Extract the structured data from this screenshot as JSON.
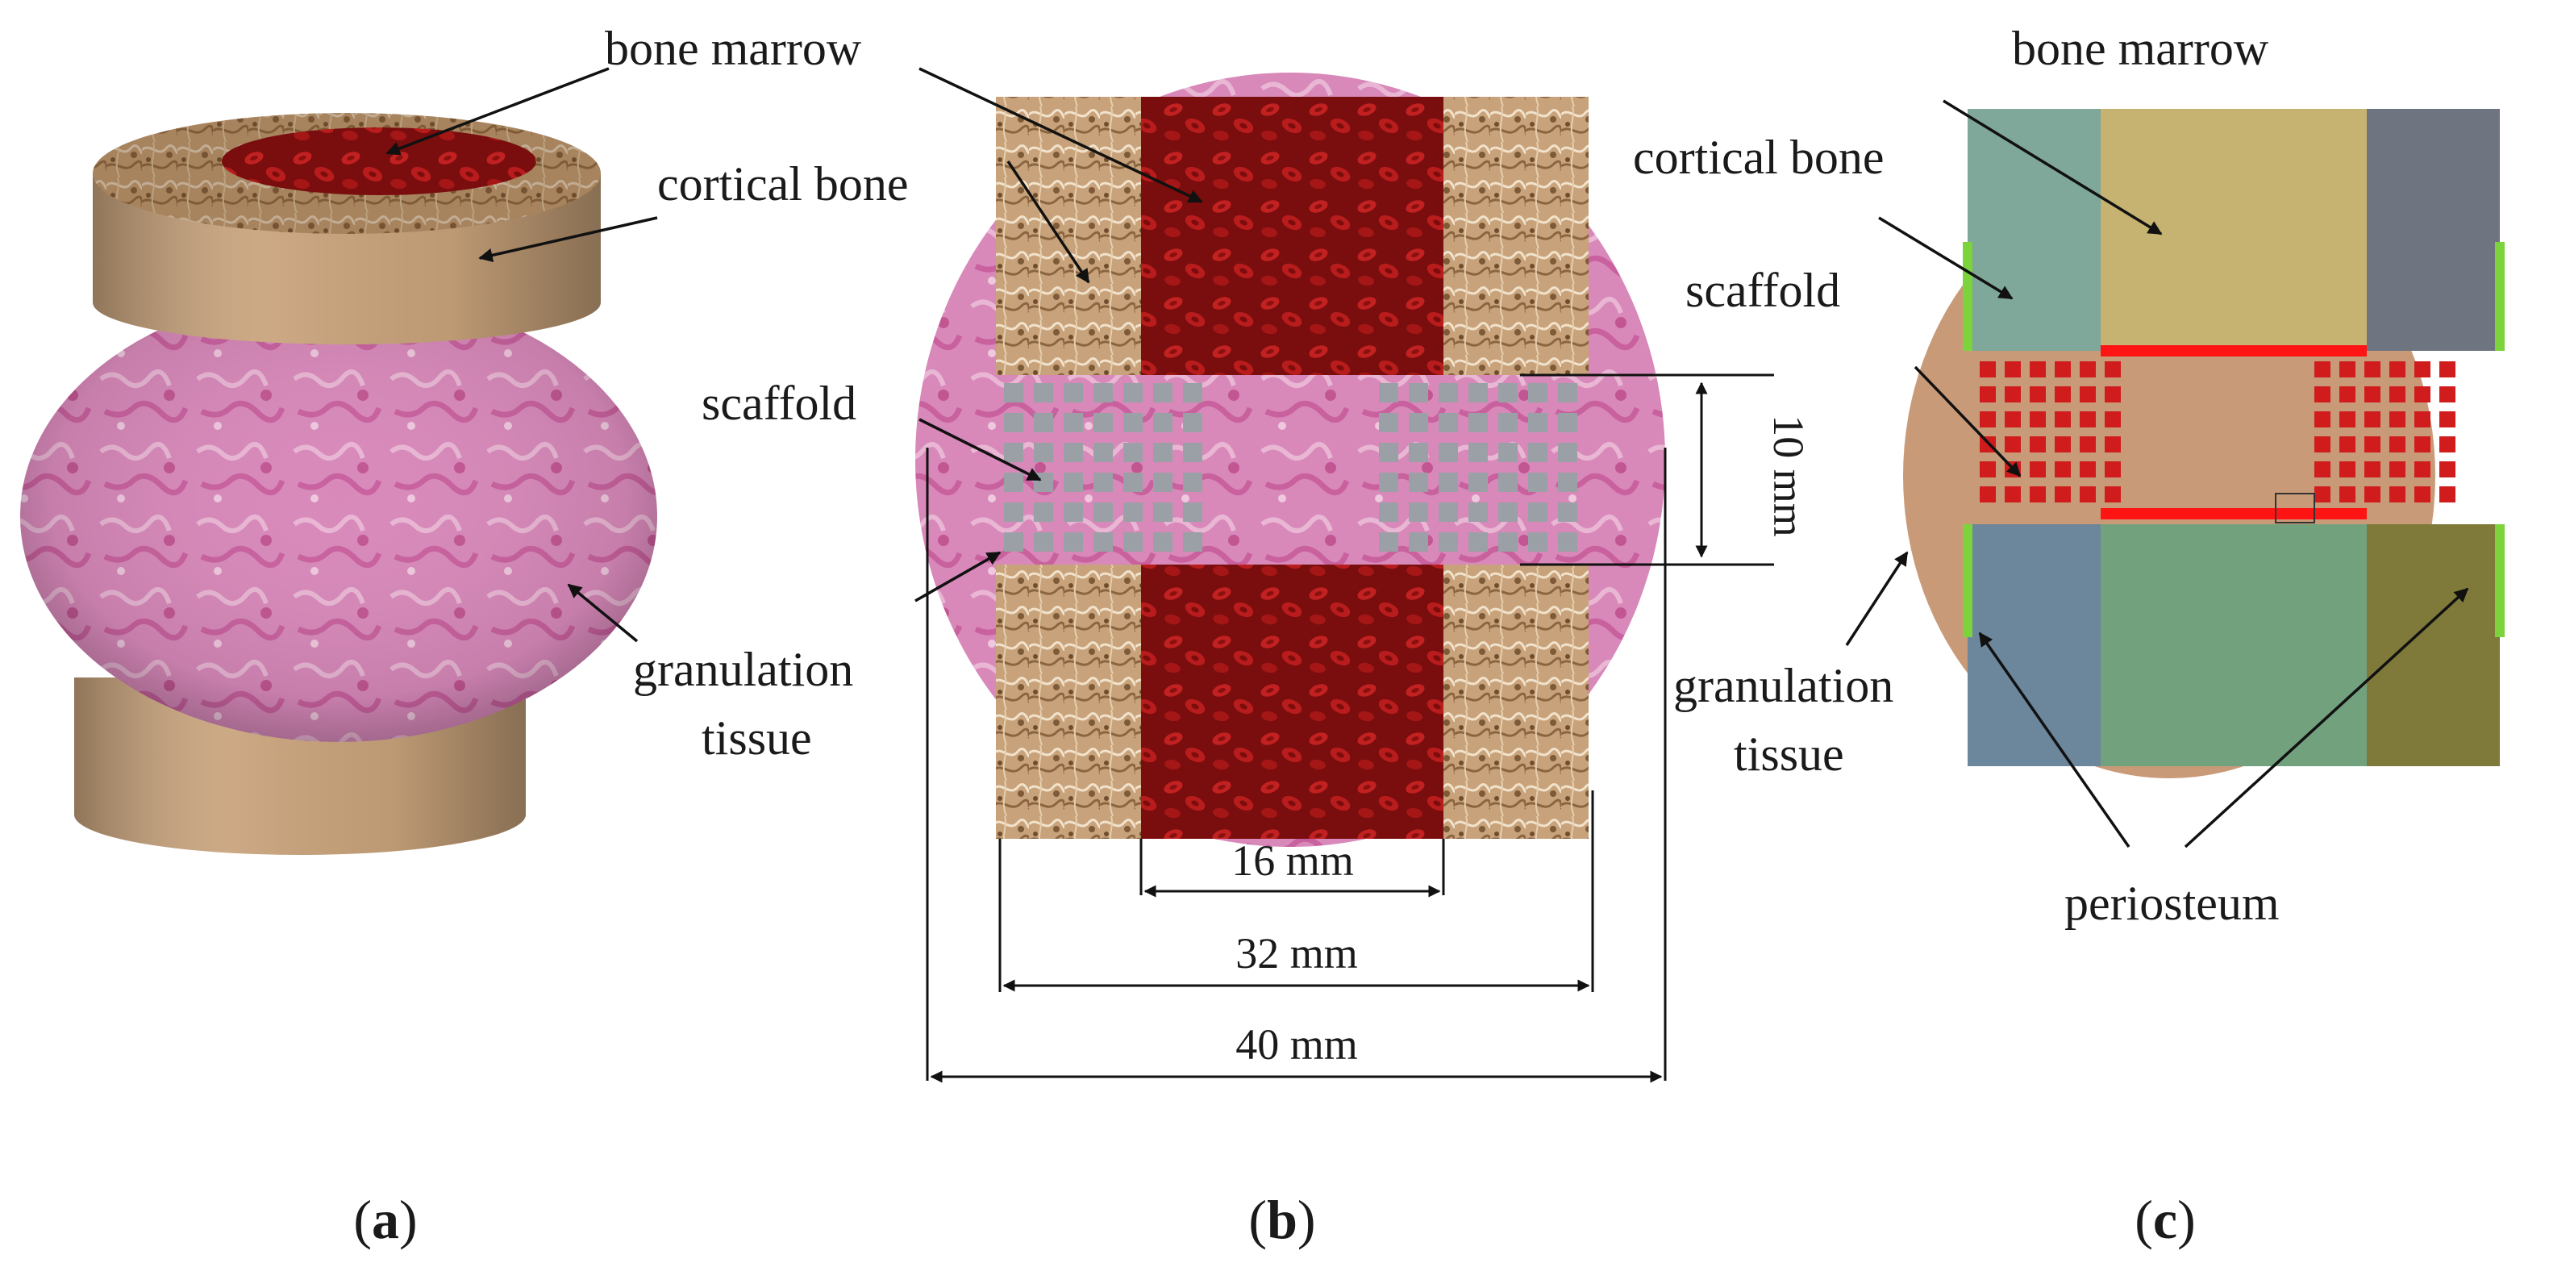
{
  "panel_a": {
    "labels": {
      "bone_marrow": "bone marrow",
      "cortical_bone": "cortical bone",
      "granulation_1": "granulation",
      "granulation_2": "tissue"
    },
    "caption": {
      "open": "(",
      "letter": "a",
      "close": ")"
    }
  },
  "panel_b": {
    "labels": {
      "scaffold": "scaffold"
    },
    "dimensions": {
      "height": "10 mm",
      "marrow_width": "16 mm",
      "bone_width": "32 mm",
      "callus_width": "40 mm"
    },
    "caption": {
      "open": "(",
      "letter": "b",
      "close": ")"
    }
  },
  "panel_c": {
    "labels": {
      "bone_marrow": "bone marrow",
      "cortical_bone": "cortical bone",
      "scaffold": "scaffold",
      "granulation_1": "granulation",
      "granulation_2": "tissue",
      "periosteum": "periosteum"
    },
    "caption": {
      "open": "(",
      "letter": "c",
      "close": ")"
    }
  },
  "colors": {
    "cortical": "#c9a57e",
    "marrow": "#8e1414",
    "granulation": "#d97bb3",
    "scaffold_grey": "#9aa0a6",
    "scaffold_red": "#d01c1c",
    "periosteum": "#7cd33c",
    "callus_c": "#c99a78"
  }
}
